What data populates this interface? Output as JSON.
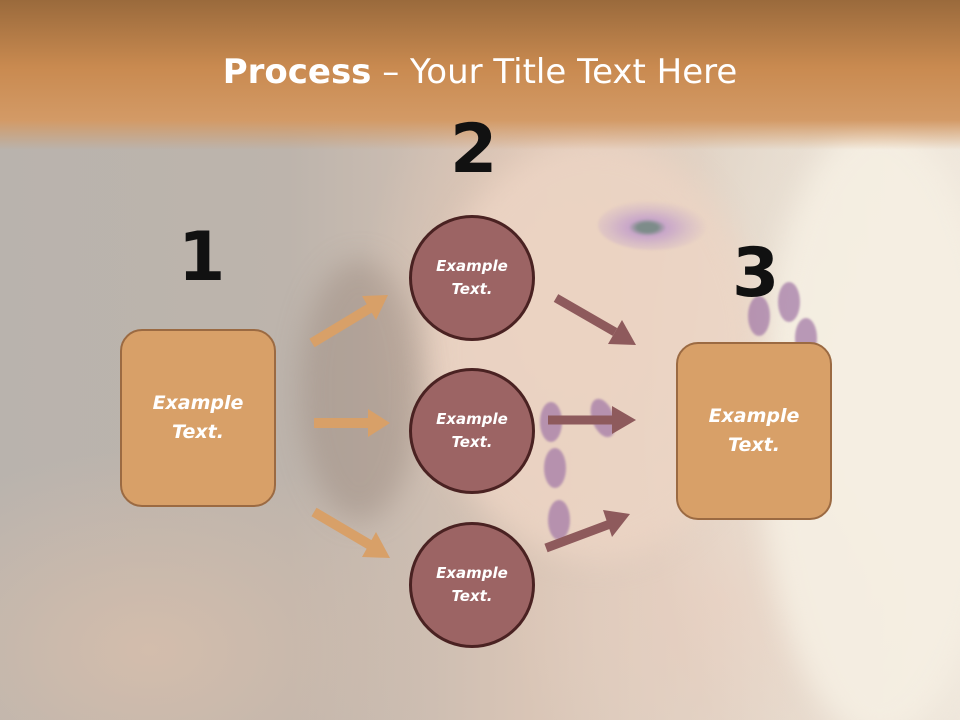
{
  "slide": {
    "title_bold": "Process",
    "title_rest": " – Your Title Text Here"
  },
  "stages": {
    "one": "1",
    "two": "2",
    "three": "3"
  },
  "nodes": {
    "left_box": "Example Text.",
    "circle_top": "Example Text.",
    "circle_middle": "Example Text.",
    "circle_bottom": "Example Text.",
    "right_box": "Example Text."
  },
  "colors": {
    "box_fill": "#d8a068",
    "circle_fill": "#9c6464",
    "arrow_orange": "#d8a068",
    "arrow_mauve": "#8e5a5c",
    "title_band": "#c98a50"
  }
}
